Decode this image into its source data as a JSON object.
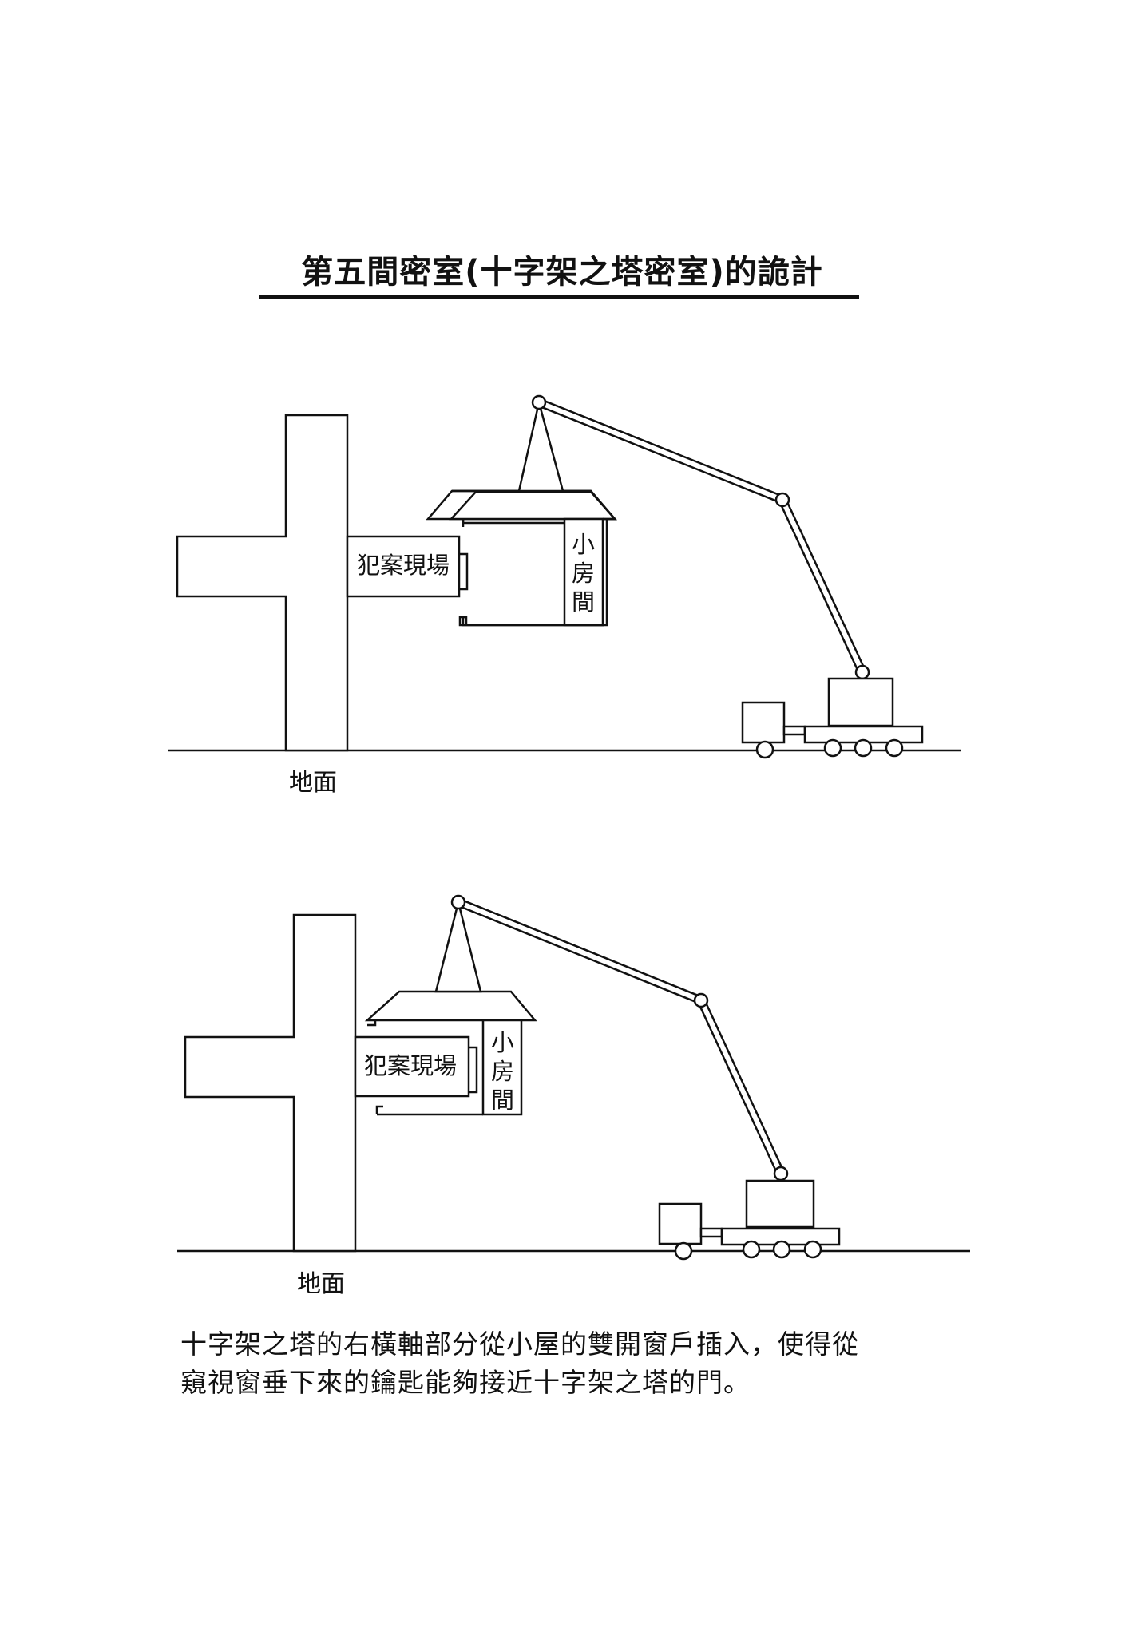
{
  "title": "第五間密室(十字架之塔密室)的詭計",
  "diagrams": [
    {
      "room_label": "犯案現場",
      "house_label": [
        "小",
        "房",
        "間"
      ],
      "ground_label": "地面"
    },
    {
      "room_label": "犯案現場",
      "house_label": [
        "小",
        "房",
        "間"
      ],
      "ground_label": "地面"
    }
  ],
  "caption": {
    "line1": "十字架之塔的右橫軸部分從小屋的雙開窗戶插入，使得從",
    "line2": "窺視窗垂下來的鑰匙能夠接近十字架之塔的門。"
  }
}
